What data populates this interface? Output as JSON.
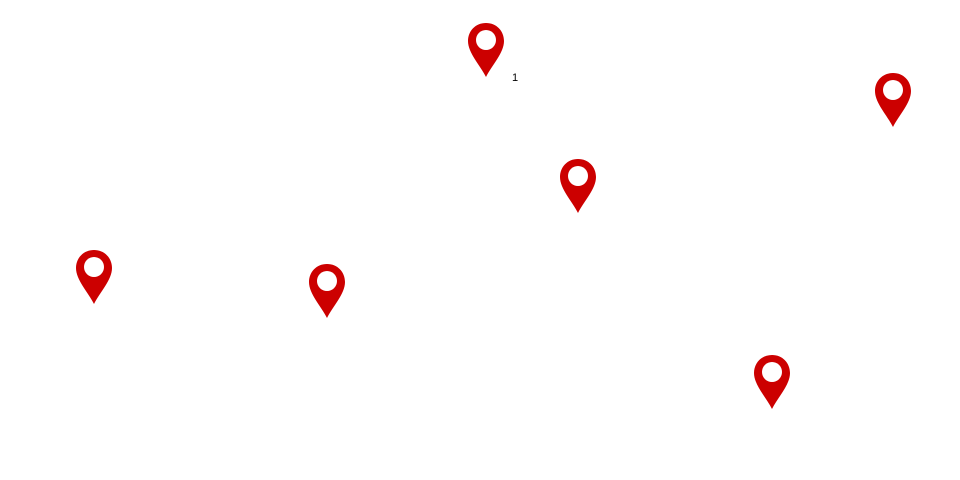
{
  "map": {
    "pin_color": "#cc0000",
    "pin_hole_color": "#ffffff",
    "background_color": "#ffffff",
    "icon": "map-pin-icon",
    "markers": [
      {
        "id": "pin-1"
      },
      {
        "id": "pin-2"
      },
      {
        "id": "pin-3"
      },
      {
        "id": "pin-4"
      },
      {
        "id": "pin-5"
      },
      {
        "id": "pin-6"
      }
    ],
    "labels": [
      {
        "text": "1"
      }
    ]
  }
}
